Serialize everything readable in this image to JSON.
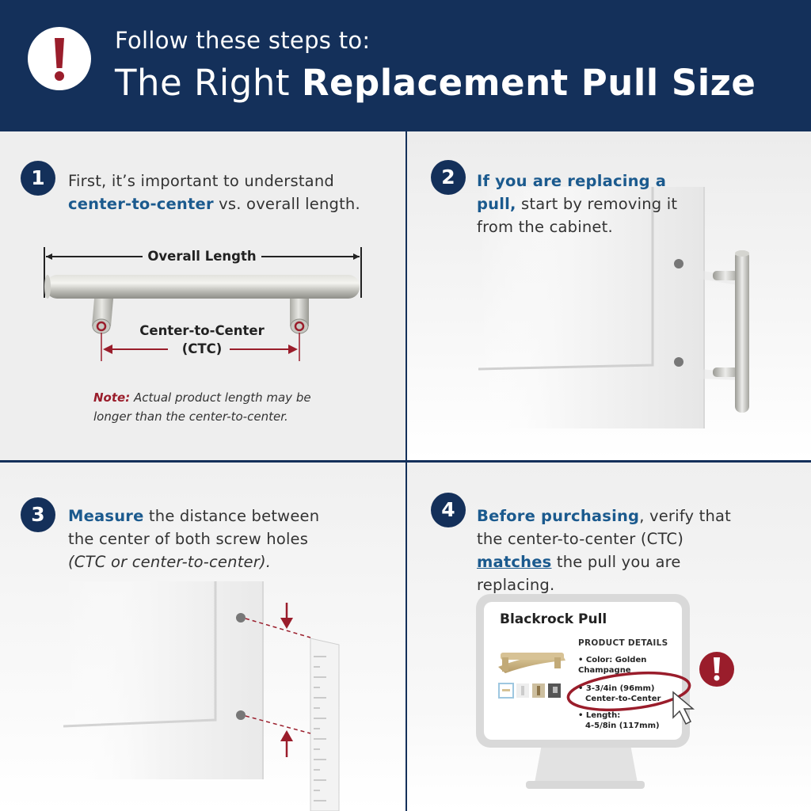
{
  "header": {
    "subtitle": "Follow these steps to:",
    "title_regular": "The Right ",
    "title_bold": "Replacement Pull Size"
  },
  "step1": {
    "number": "1",
    "text_a": "First, it’s important to understand",
    "text_highlight": "center-to-center",
    "text_b": " vs. overall length.",
    "overall_length_label": "Overall Length",
    "ctc_label_line1": "Center-to-Center",
    "ctc_label_line2": "(CTC)",
    "note_label": "Note:",
    "note_text": " Actual product length may be longer than the center-to-center."
  },
  "step2": {
    "number": "2",
    "text_highlight": "If you are replacing a pull,",
    "text_rest": " start by removing it from the cabinet."
  },
  "step3": {
    "number": "3",
    "text_highlight": "Measure",
    "text_a": " the distance between the center of both screw holes",
    "text_italic": "(CTC or center-to-center)."
  },
  "step4": {
    "number": "4",
    "text_highlight": "Before purchasing",
    "text_a": ", verify that the center-to-center (CTC) ",
    "text_link": "matches",
    "text_b": " the pull you are replacing.",
    "product": {
      "name": "Blackrock Pull",
      "details_heading": "PRODUCT DETAILS",
      "detail_color": "• Color: Golden Champagne",
      "detail_ctc_1": "• 3-3/4in (96mm)",
      "detail_ctc_2": "Center-to-Center",
      "detail_length_1": "• Length:",
      "detail_length_2": "4-5/8in (117mm)"
    }
  },
  "colors": {
    "navy": "#14305a",
    "accent_blue": "#1b5a8e",
    "accent_red": "#9a1d2b"
  }
}
